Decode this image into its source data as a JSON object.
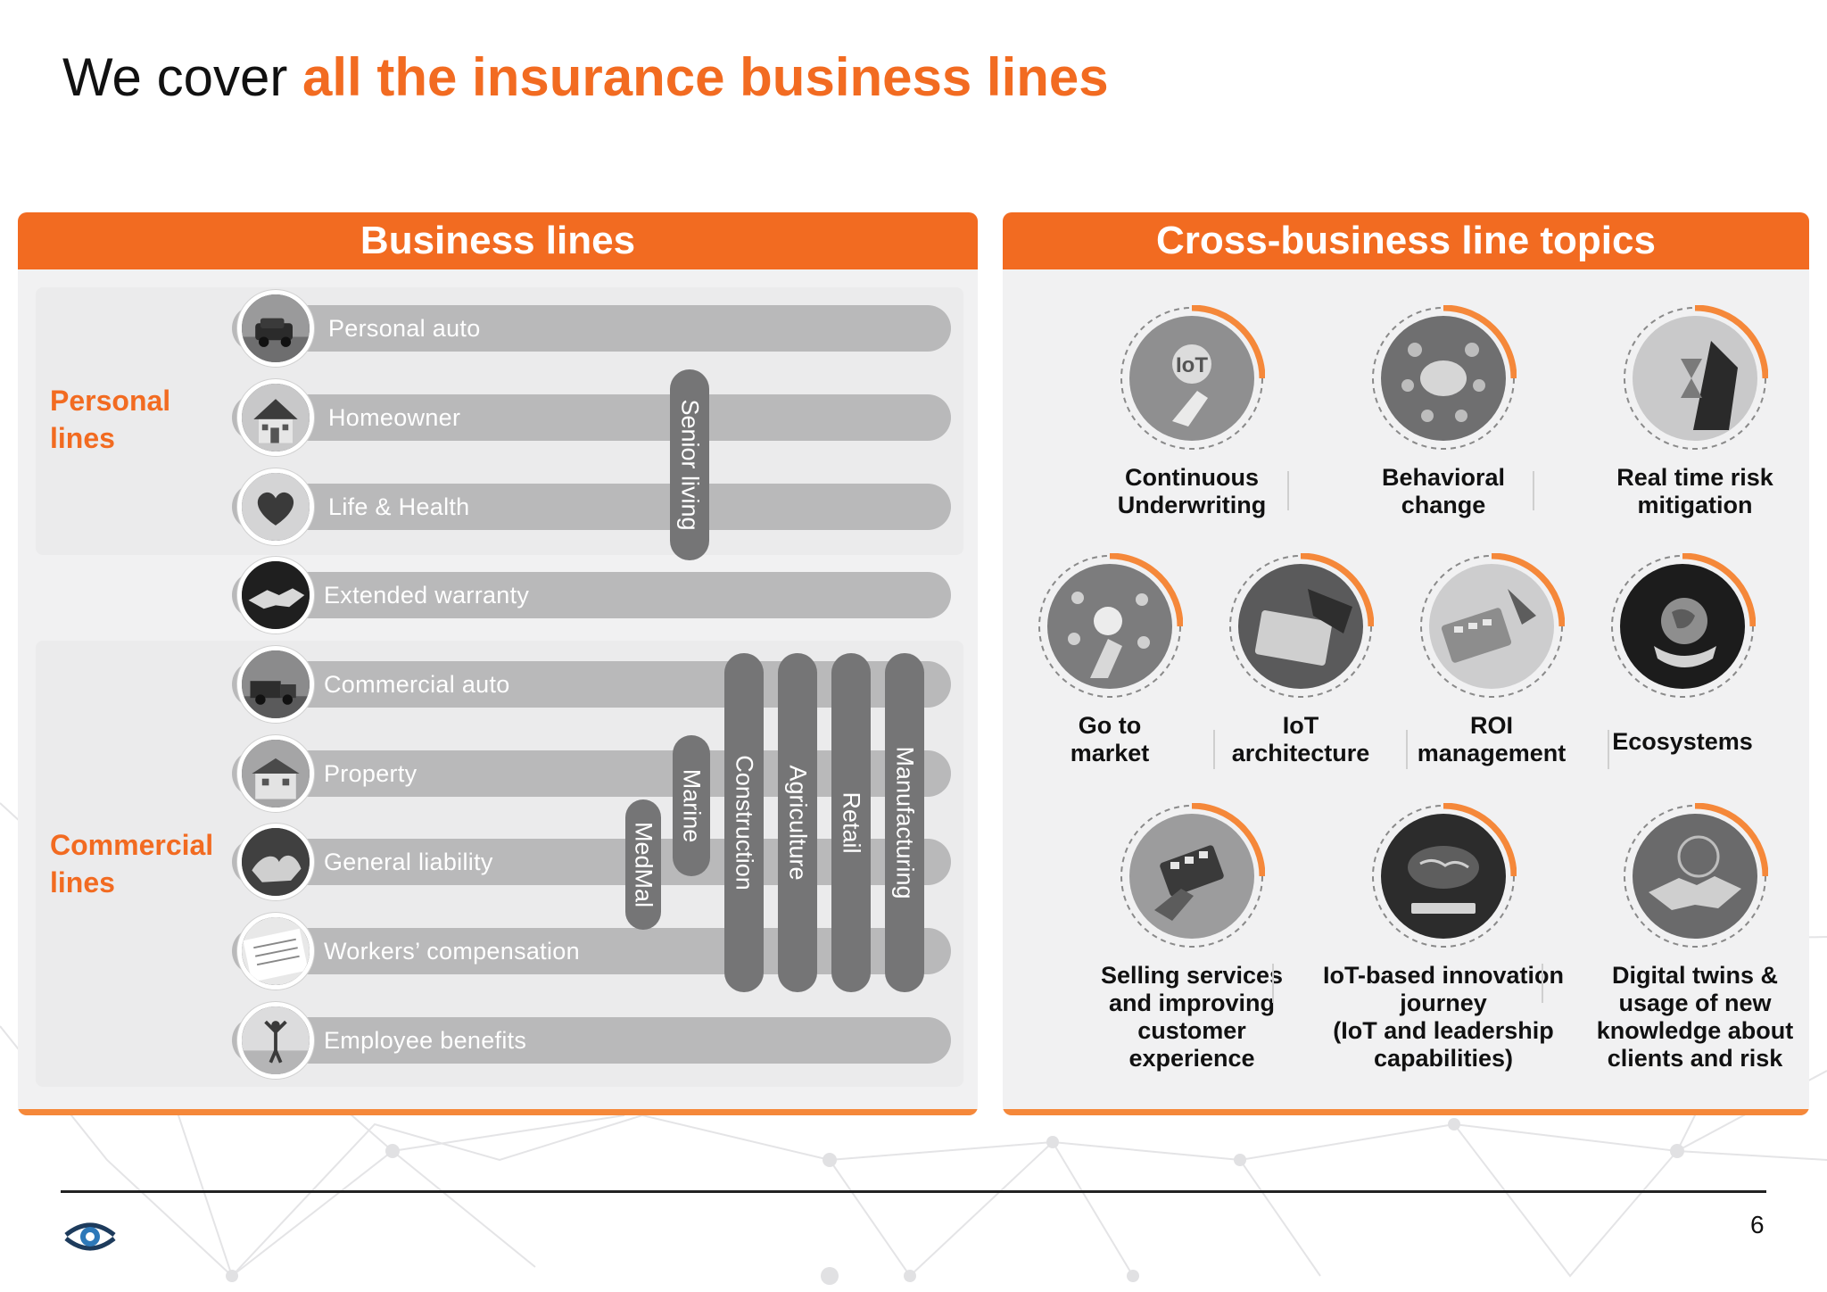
{
  "slide": {
    "title_plain": "We cover ",
    "title_accent": "all the insurance business lines",
    "page_number": "6"
  },
  "business_lines": {
    "header": "Business lines",
    "groups": [
      {
        "label_line1": "Personal",
        "label_line2": "lines"
      },
      {
        "label_line1": "Commercial",
        "label_line2": "lines"
      }
    ],
    "items": [
      {
        "label": "Personal auto",
        "icon": "car-icon"
      },
      {
        "label": "Homeowner",
        "icon": "house-icon"
      },
      {
        "label": "Life & Health",
        "icon": "heart-icon"
      },
      {
        "label": "Extended warranty",
        "icon": "handshake-icon"
      },
      {
        "label": "Commercial auto",
        "icon": "truck-icon"
      },
      {
        "label": "Property",
        "icon": "building-icon"
      },
      {
        "label": "General liability",
        "icon": "hands-icon"
      },
      {
        "label": "Workers’ compensation",
        "icon": "document-icon"
      },
      {
        "label": "Employee benefits",
        "icon": "yoga-icon"
      }
    ],
    "verticals": [
      {
        "label": "Senior living"
      },
      {
        "label": "MedMal"
      },
      {
        "label": "Marine"
      },
      {
        "label": "Construction"
      },
      {
        "label": "Agriculture"
      },
      {
        "label": "Retail"
      },
      {
        "label": "Manufacturing"
      }
    ]
  },
  "topics": {
    "header": "Cross-business line topics",
    "items": [
      {
        "line1": "Continuous",
        "line2": "Underwriting",
        "line3": "",
        "line4": "",
        "icon": "iot-hand-icon"
      },
      {
        "line1": "Behavioral",
        "line2": "change",
        "line3": "",
        "line4": "",
        "icon": "brain-icon"
      },
      {
        "line1": "Real time risk",
        "line2": "mitigation",
        "line3": "",
        "line4": "",
        "icon": "hourglass-icon"
      },
      {
        "line1": "Go to",
        "line2": "market",
        "line3": "",
        "line4": "",
        "icon": "network-bulb-icon"
      },
      {
        "line1": "IoT",
        "line2": "architecture",
        "line3": "",
        "line4": "",
        "icon": "tablet-hand-icon"
      },
      {
        "line1": "ROI",
        "line2": "management",
        "line3": "",
        "line4": "",
        "icon": "calculator-icon"
      },
      {
        "line1": "Ecosystems",
        "line2": "",
        "line3": "",
        "line4": "",
        "icon": "globe-hand-icon"
      },
      {
        "line1": "Selling services",
        "line2": "and improving",
        "line3": "customer",
        "line4": "experience",
        "icon": "phone-apps-icon"
      },
      {
        "line1": "IoT-based innovation",
        "line2": "journey",
        "line3": "(IoT and leadership",
        "line4": "capabilities)",
        "icon": "world-laptop-icon"
      },
      {
        "line1": "Digital twins &",
        "line2": "usage of  new",
        "line3": "knowledge about",
        "line4": "clients and risk",
        "icon": "handshake-digital-icon"
      }
    ]
  },
  "colors": {
    "accent": "#f26b21",
    "bar": "#b9b9ba",
    "vertical": "#757576",
    "panel": "#f1f1f2"
  }
}
